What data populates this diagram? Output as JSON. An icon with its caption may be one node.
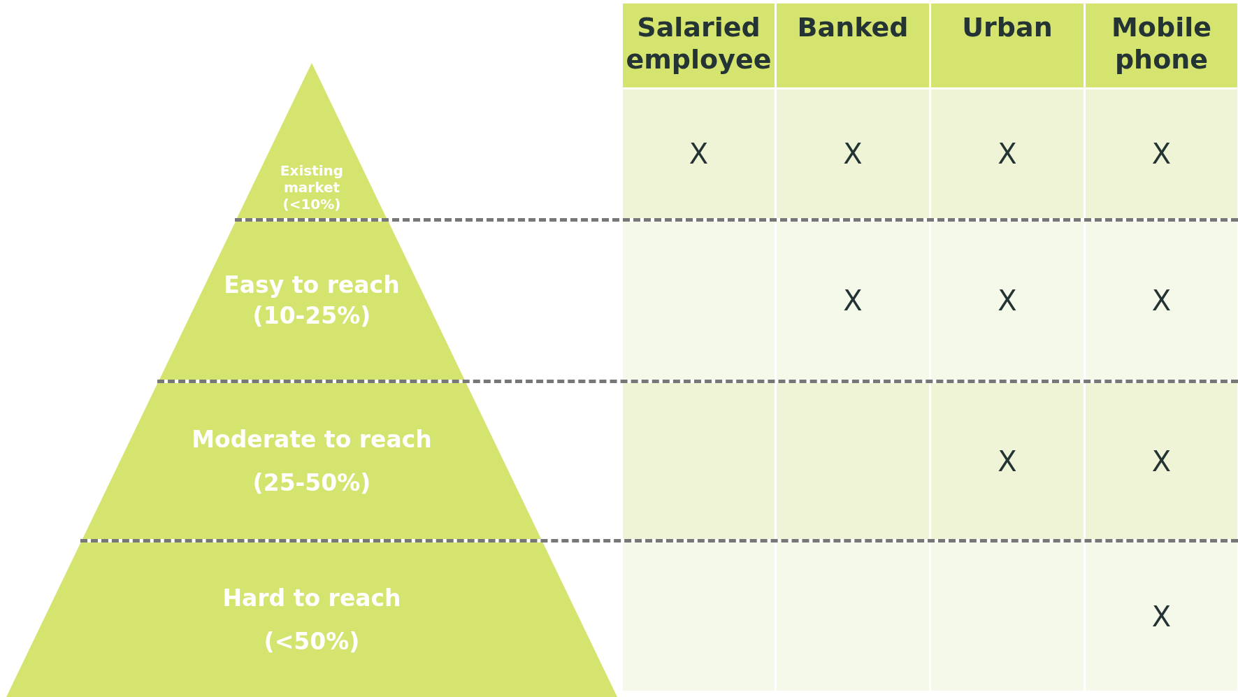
{
  "diagram": {
    "nodes": [
      {
        "text": [
          "Existing market",
          "(<10%)"
        ]
      },
      {
        "text": [
          "Easy to reach",
          "(10-25%)"
        ]
      },
      {
        "text": [
          "Moderate to reach",
          "(25-50%)"
        ]
      },
      {
        "text": [
          "Hard to reach",
          "(<50%)"
        ]
      }
    ],
    "labels": [
      "Salaried employee",
      "Banked",
      "Urban",
      "Mobile phone",
      "X",
      "X",
      "X",
      "X",
      "X",
      "X",
      "X",
      "X",
      "X",
      "X"
    ]
  }
}
